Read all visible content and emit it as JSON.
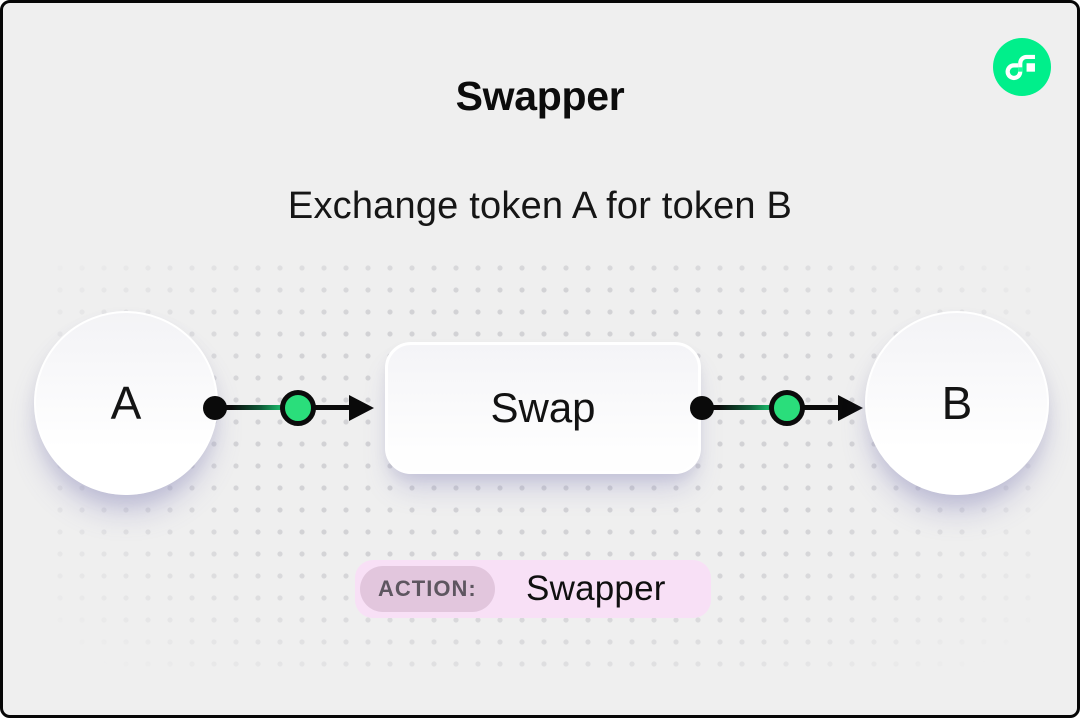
{
  "card": {
    "background": "#EFEFEF",
    "border_color": "#060606",
    "dot_pattern_color": "#D2D2D5"
  },
  "header": {
    "title": "Swapper",
    "subtitle": "Exchange token A for token B"
  },
  "brand": {
    "logo_icon": "flow-logo",
    "logo_circle_color": "#00EF8B",
    "logo_glyph_color": "#FFFFFF",
    "logo_accent_color": "#16FF99"
  },
  "diagram": {
    "type": "flow",
    "nodes": [
      {
        "id": "token-a",
        "label": "A",
        "shape": "circle"
      },
      {
        "id": "swap",
        "label": "Swap",
        "shape": "rounded-rect"
      },
      {
        "id": "token-b",
        "label": "B",
        "shape": "circle"
      }
    ],
    "edges": [
      {
        "from": "token-a",
        "to": "swap",
        "style": "dot-line-greenpoint-arrow"
      },
      {
        "from": "swap",
        "to": "token-b",
        "style": "dot-line-greenpoint-arrow"
      }
    ],
    "edge_colors": {
      "line": "#0A0A0A",
      "line_glow": "#19B065",
      "midpoint_dot": "#2ADE7B"
    }
  },
  "action_badge": {
    "label": "ACTION:",
    "value": "Swapper",
    "bg_color": "#F8E0F6",
    "label_bg_color": "#E2C6DD",
    "label_text_color": "#5E5660"
  }
}
